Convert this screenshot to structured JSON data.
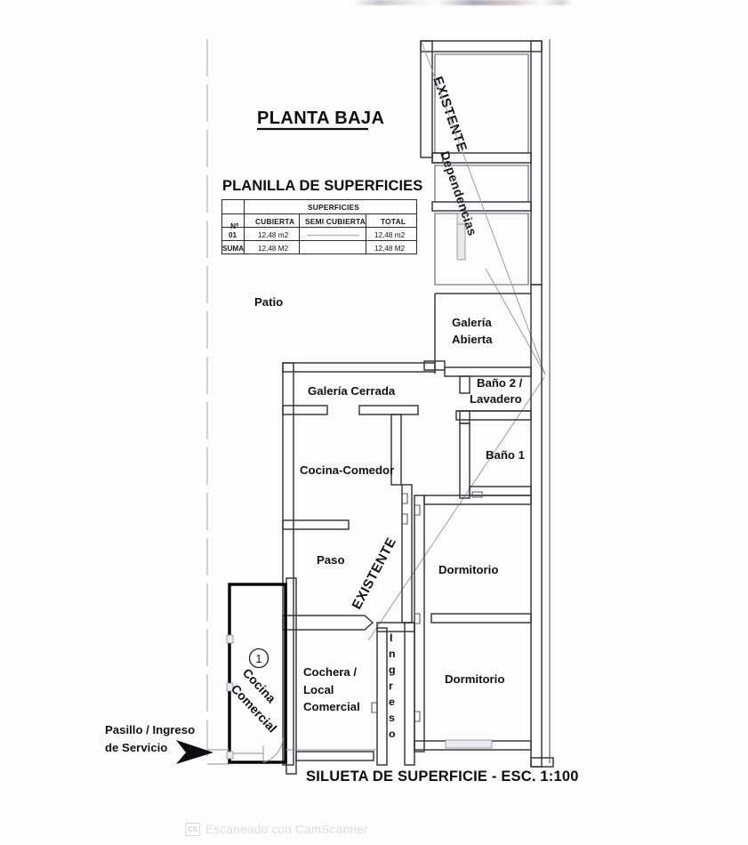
{
  "document": {
    "plan_title": "PLANTA BAJA",
    "bottom_title": "SILUETA DE SUPERFICIE - ESC. 1:100",
    "scale": "ESC. 1:100"
  },
  "surface_table": {
    "caption": "PLANILLA DE SUPERFICIES",
    "group_header": "SUPERFICIES",
    "col_number": "Nº",
    "columns": [
      "CUBIERTA",
      "SEMI CUBIERTA",
      "TOTAL"
    ],
    "rows": [
      {
        "number": "01",
        "cubierta": "12,48 m2",
        "semi_cubierta": "",
        "total": "12,48 m2"
      },
      {
        "number": "SUMA",
        "cubierta": "12,48 M2",
        "semi_cubierta": "",
        "total": "12,48 M2"
      }
    ]
  },
  "rooms": {
    "patio": "Patio",
    "galeria_abierta_l1": "Galería",
    "galeria_abierta_l2": "Abierta",
    "bano2_l1": "Baño 2 /",
    "bano2_l2": "Lavadero",
    "bano1": "Baño 1",
    "galeria_cerrada": "Galería Cerrada",
    "cocina_comedor": "Cocina-Comedor",
    "paso": "Paso",
    "dormitorio_1": "Dormitorio",
    "dormitorio_2": "Dormitorio",
    "cochera_l1": "Cochera /",
    "cochera_l2": "Local",
    "cochera_l3": "Comercial",
    "cocina_comercial_l1": "Cocina",
    "cocina_comercial_l2": "Comercial"
  },
  "annotations": {
    "existente_top": "EXISTENTE",
    "dependencias": "Dependencias",
    "existente_bottom": "EXISTENTE",
    "ingreso_letters": [
      "I",
      "n",
      "g",
      "r",
      "e",
      "s",
      "o"
    ],
    "ingreso_word": "Ingreso",
    "marker_1": "1",
    "callout_l1": "Pasillo / Ingreso",
    "callout_l2": "de Servicio"
  },
  "watermark": {
    "badge": "CS",
    "text": "Escaneado con CamScanner"
  },
  "colors": {
    "ink": "#0d0d12",
    "wall": "#3a3a44",
    "hairline": "#8a8a96",
    "highlight": "#000000",
    "background": "#fdfdfd",
    "watermark": "#dcdce2"
  }
}
